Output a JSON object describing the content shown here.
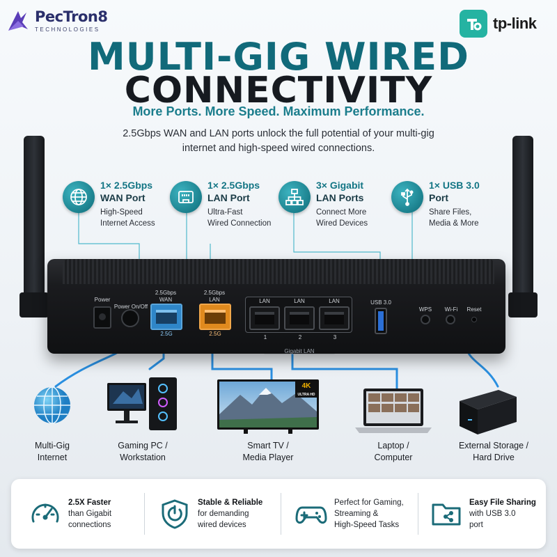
{
  "brand": {
    "left_name": "PecTron8",
    "left_sub": "TECHNOLOGIES",
    "right_name": "tp-link"
  },
  "headline": {
    "line1": "MULTI-GIG WIRED",
    "line2": "CONNECTIVITY",
    "tagline": "More Ports. More Speed. Maximum Performance.",
    "description": "2.5Gbps WAN and LAN ports unlock the full potential of your multi-gig internet and high-speed wired connections."
  },
  "callouts": [
    {
      "count": "1× 2.5Gbps",
      "title": "WAN Port",
      "sub1": "High-Speed",
      "sub2": "Internet Access",
      "icon": "globe-icon"
    },
    {
      "count": "1× 2.5Gbps",
      "title": "LAN Port",
      "sub1": "Ultra-Fast",
      "sub2": "Wired Connection",
      "icon": "ethernet-port-icon"
    },
    {
      "count": "3× Gigabit",
      "title": "LAN Ports",
      "sub1": "Connect More",
      "sub2": "Wired Devices",
      "icon": "network-switch-icon"
    },
    {
      "count": "1× USB 3.0",
      "title": "Port",
      "sub1": "Share Files,",
      "sub2": "Media & More",
      "icon": "usb-icon"
    }
  ],
  "router": {
    "power_label": "Power",
    "power_btn_label": "Power On/Off",
    "wan_speed": "2.5Gbps",
    "wan_label": "WAN",
    "lan_speed": "2.5Gbps",
    "lan_label": "LAN",
    "lan_ports": [
      "LAN",
      "LAN",
      "LAN"
    ],
    "lan_numbers": [
      "1",
      "2",
      "3"
    ],
    "gigabit_label": "Gigabit LAN",
    "usb_label": "USB 3.0",
    "wps_label": "WPS",
    "wifi_label": "Wi-Fi",
    "reset_label": "Reset",
    "wan_tag": "2.5G",
    "lan_tag": "2.5G"
  },
  "devices": [
    {
      "line1": "Multi-Gig",
      "line2": "Internet",
      "icon": "globe-icon"
    },
    {
      "line1": "Gaming PC /",
      "line2": "Workstation",
      "icon": "gaming-pc-icon"
    },
    {
      "line1": "Smart TV /",
      "line2": "Media Player",
      "icon": "smart-tv-icon",
      "badge_top": "4K",
      "badge_bottom": "ULTRA HD"
    },
    {
      "line1": "Laptop /",
      "line2": "Computer",
      "icon": "laptop-icon"
    },
    {
      "line1": "External Storage /",
      "line2": "Hard Drive",
      "icon": "external-drive-icon"
    }
  ],
  "features": [
    {
      "bold": "2.5X Faster",
      "line2": "than Gigabit",
      "line3": "connections",
      "icon": "speedometer-icon"
    },
    {
      "bold": "Stable & Reliable",
      "line2": "for demanding",
      "line3": "wired devices",
      "icon": "shield-icon"
    },
    {
      "bold": "",
      "line1": "Perfect for Gaming,",
      "line2": "Streaming &",
      "line3": "High-Speed Tasks",
      "icon": "gamepad-icon"
    },
    {
      "bold": "Easy File Sharing",
      "line2": "with USB 3.0",
      "line3": "port",
      "icon": "folder-share-icon"
    }
  ],
  "colors": {
    "accent": "#137584",
    "title_teal": "#116a7a",
    "wan_port": "#2f86c8",
    "lan_port": "#e08a1e",
    "cable": "#2a8fe0"
  }
}
